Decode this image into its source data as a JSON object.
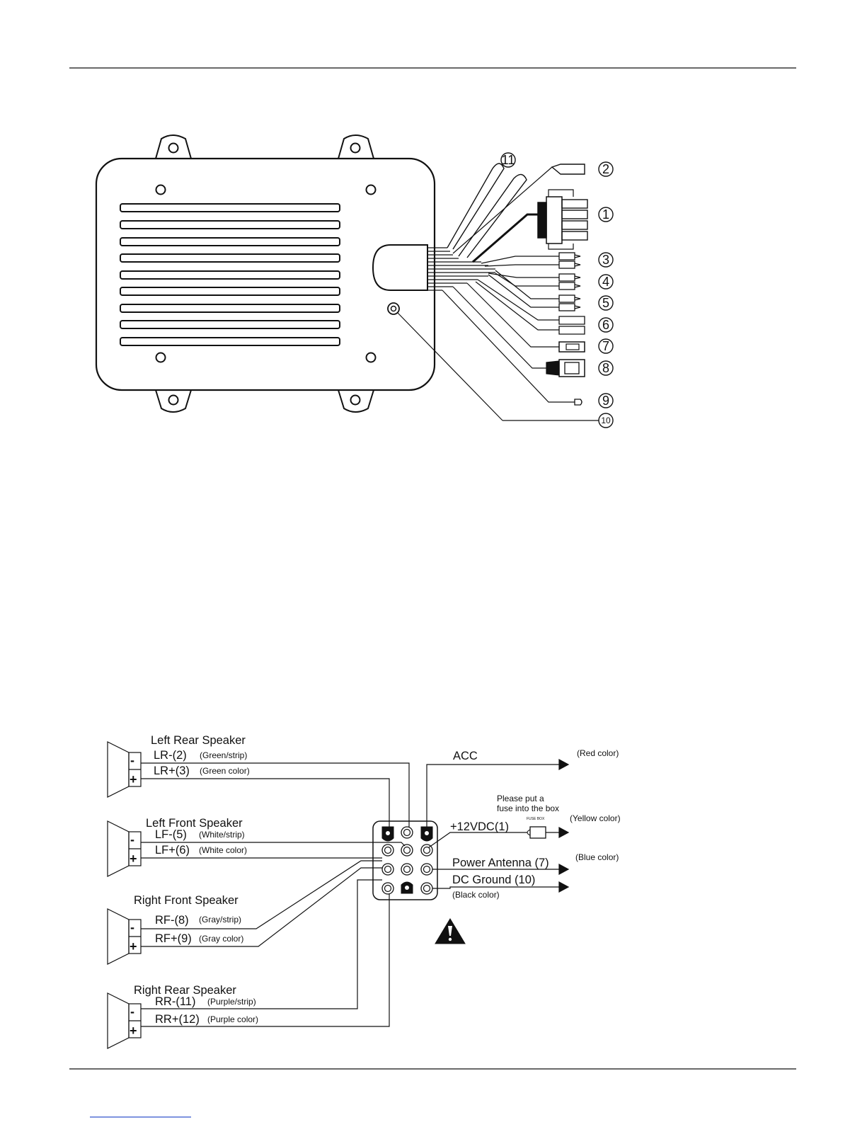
{
  "unit_callouts": [
    "1",
    "2",
    "3",
    "4",
    "5",
    "6",
    "7",
    "8",
    "9",
    "10",
    "11"
  ],
  "speakers": {
    "left_rear": {
      "title": "Left Rear Speaker",
      "neg": "LR-(2)",
      "neg_color": "(Green/strip)",
      "pos": "LR+(3)",
      "pos_color": "(Green color)"
    },
    "left_front": {
      "title": "Left Front Speaker",
      "neg": "LF-(5)",
      "neg_color": "(White/strip)",
      "pos": "LF+(6)",
      "pos_color": "(White color)"
    },
    "right_front": {
      "title": "Right Front Speaker",
      "neg": "RF-(8)",
      "neg_color": "(Gray/strip)",
      "pos": "RF+(9)",
      "pos_color": "(Gray color)"
    },
    "right_rear": {
      "title": "Right Rear Speaker",
      "neg": "RR-(11)",
      "neg_color": "(Purple/strip)",
      "pos": "RR+(12)",
      "pos_color": "(Purple color)"
    }
  },
  "terminal_minus": "-",
  "terminal_plus": "+",
  "power": {
    "acc": "ACC",
    "acc_color": "(Red color)",
    "fuse_note_1": "Please put a",
    "fuse_note_2": "fuse into the box",
    "fuse_box": "FUSE BOX",
    "v12": "+12VDC(1)",
    "v12_color": "(Yellow color)",
    "antenna": "Power Antenna (7)",
    "antenna_color": "(Blue color)",
    "ground": "DC Ground (10)",
    "ground_color": "(Black color)"
  },
  "warning_icon": "warning-triangle-icon"
}
